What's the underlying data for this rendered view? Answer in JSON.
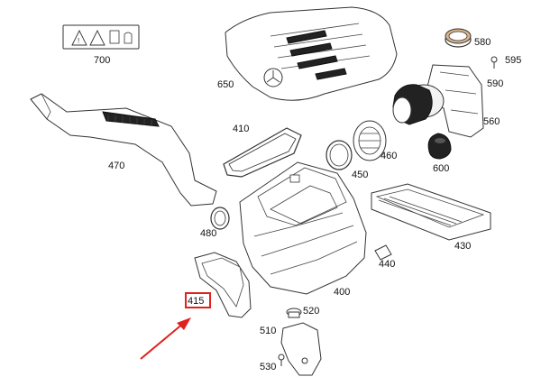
{
  "diagram": {
    "highlight_color": "#e0211d",
    "labels": [
      {
        "id": "700",
        "text": "700"
      },
      {
        "id": "650",
        "text": "650"
      },
      {
        "id": "580",
        "text": "580"
      },
      {
        "id": "595",
        "text": "595"
      },
      {
        "id": "590",
        "text": "590"
      },
      {
        "id": "560",
        "text": "560"
      },
      {
        "id": "410",
        "text": "410"
      },
      {
        "id": "470",
        "text": "470"
      },
      {
        "id": "460",
        "text": "460"
      },
      {
        "id": "450",
        "text": "450"
      },
      {
        "id": "600",
        "text": "600"
      },
      {
        "id": "480",
        "text": "480"
      },
      {
        "id": "430",
        "text": "430"
      },
      {
        "id": "440",
        "text": "440"
      },
      {
        "id": "415",
        "text": "415"
      },
      {
        "id": "400",
        "text": "400"
      },
      {
        "id": "520",
        "text": "520"
      },
      {
        "id": "510",
        "text": "510"
      },
      {
        "id": "530",
        "text": "530"
      }
    ],
    "highlighted_label": "415"
  }
}
